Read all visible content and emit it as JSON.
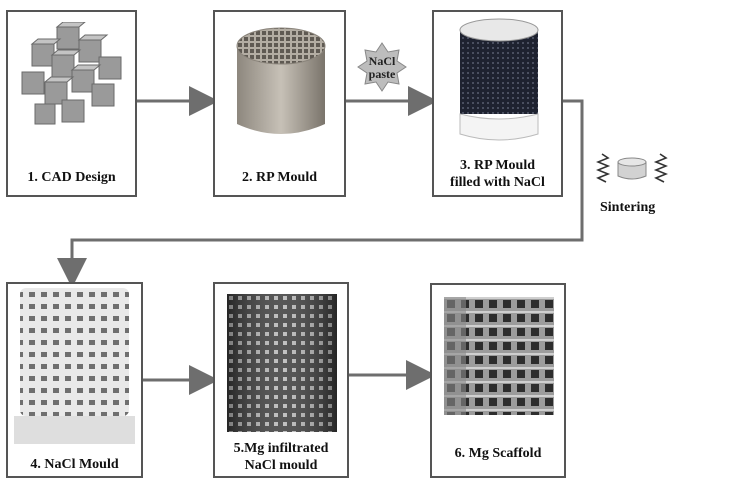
{
  "steps": [
    {
      "label": "1. CAD Design"
    },
    {
      "label": "2. RP Mould"
    },
    {
      "label_line1": "3. RP Mould",
      "label_line2": "filled with NaCl"
    },
    {
      "label": "4. NaCl Mould"
    },
    {
      "label_line1": "5.Mg infiltrated",
      "label_line2": "NaCl mould"
    },
    {
      "label": "6. Mg Scaffold"
    }
  ],
  "paste_star": {
    "line1": "NaCl",
    "line2": "paste"
  },
  "sintering": {
    "label": "Sintering"
  },
  "colors": {
    "border": "#555555",
    "arrow": "#6e6e6e",
    "cube": "#8f8f8f"
  }
}
